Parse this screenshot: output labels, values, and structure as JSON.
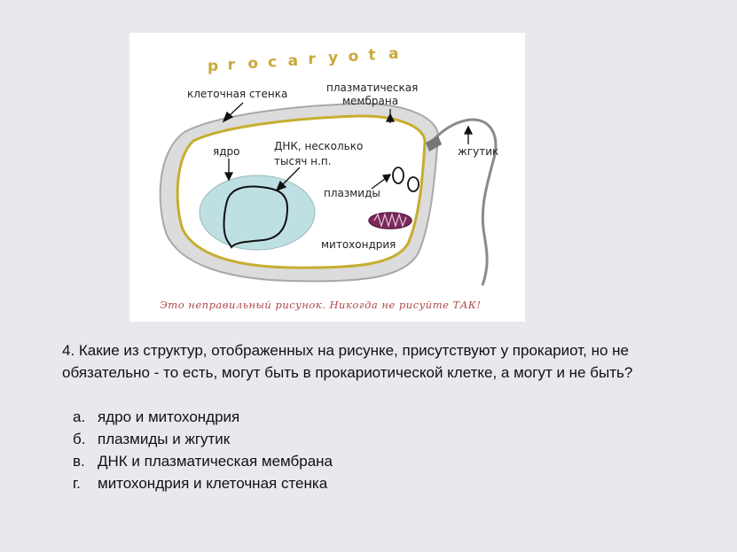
{
  "figure": {
    "title": "procaryota",
    "labels": {
      "cell_wall": "клеточная стенка",
      "plasma_membrane_1": "плазматическая",
      "plasma_membrane_2": "мембрана",
      "nucleus": "ядро",
      "dna_1": "ДНК, несколько",
      "dna_2": "тысяч н.п.",
      "flagellum": "жгутик",
      "plasmids": "плазмиды",
      "mitochondria": "митохондрия"
    },
    "caption": "Это неправильный рисунок. Никогда не рисуйте ТАК!",
    "colors": {
      "title": "#c9a93a",
      "cell_wall": "#b9b9b9",
      "membrane": "#c7ad2e",
      "nucleus_fill": "#bfe0e3",
      "mitochondria": "#7a2a5a",
      "caption": "#b04545"
    }
  },
  "question": {
    "text": "4. Какие из структур, отображенных на рисунке, присутствуют у прокариот, но не обязательно - то есть, могут быть в прокариотической клетке, а могут и не быть?",
    "options": [
      {
        "letter": "а.",
        "text": "ядро и митохондрия"
      },
      {
        "letter": "б.",
        "text": "плазмиды и жгутик"
      },
      {
        "letter": "в.",
        "text": "ДНК и плазматическая мембрана"
      },
      {
        "letter": "г.",
        "text": "митохондрия и клеточная стенка"
      }
    ]
  }
}
